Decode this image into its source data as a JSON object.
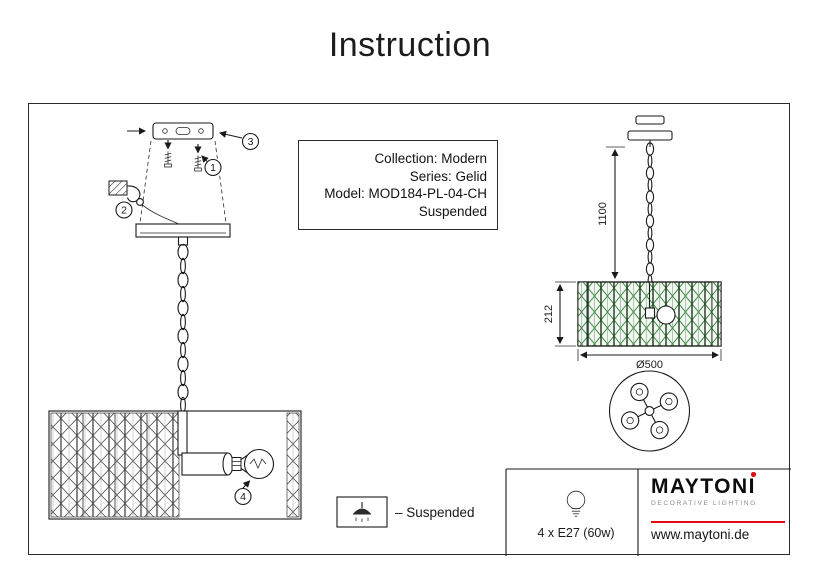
{
  "title": "Instruction",
  "info_box": {
    "collection": "Collection: Modern",
    "series": "Series: Gelid",
    "model": "Model: MOD184-PL-04-CH",
    "mount": "Suspended"
  },
  "callouts": {
    "c1": "1",
    "c2": "2",
    "c3": "3",
    "c4": "4"
  },
  "dimensions": {
    "suspension_height": "1100",
    "shade_height": "212",
    "diameter": "Ø500"
  },
  "legend": {
    "suspended": "– Suspended"
  },
  "spec": {
    "lamps": "4 x E27 (60w)"
  },
  "brand": {
    "name": "MAYTONI",
    "tagline": "DECORATIVE LIGHTING",
    "website": "www.maytoni.de"
  },
  "colors": {
    "accent_red": "#e30613",
    "line_black": "#1a1a1a",
    "crystal_green": "#2e7d32"
  }
}
